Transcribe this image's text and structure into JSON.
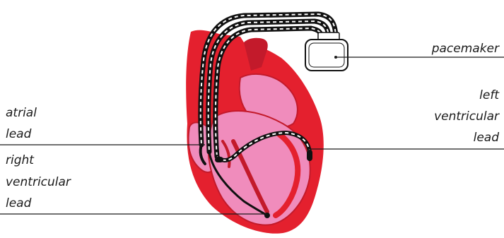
{
  "labels": {
    "pacemaker": "pacemaker",
    "left_ventricular": [
      "left",
      "ventricular",
      "lead"
    ],
    "atrial": [
      "atrial",
      "lead"
    ],
    "right_ventricular": [
      "right",
      "ventricular",
      "lead"
    ]
  },
  "colors": {
    "heart_outer": "#e4202e",
    "heart_inner": "#f08cbc",
    "heart_dark": "#c31a2b",
    "lead_wire": "#111111",
    "lead_dash": "#ffffff",
    "device_fill": "#ffffff",
    "device_stroke": "#111111"
  }
}
